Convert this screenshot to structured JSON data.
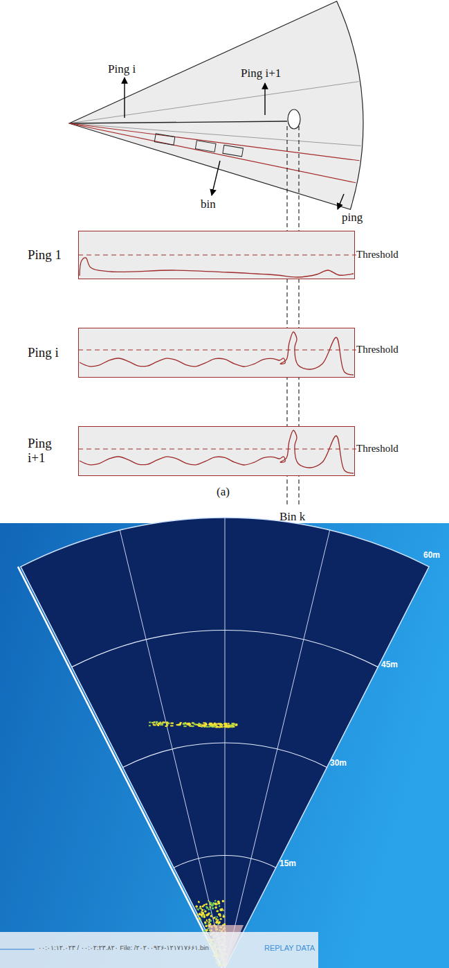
{
  "diagram": {
    "nodes": [
      {
        "text": [
          "Ping 1",
          "Threshold"
        ]
      },
      {
        "text": [
          "Ping i",
          "Threshold"
        ]
      },
      {
        "text": [
          "Ping i+1",
          "Threshold"
        ]
      }
    ],
    "labels": [
      "Ping i",
      "Ping i+1",
      "bin",
      "ping",
      "(a)",
      "Bin k",
      "60m",
      "45m",
      "30m",
      "15m",
      "۰۰:۰۱:۱۲.۰۲۳ / ۰۰:۰۲:۲۳.۸۲۰ File: /۲۰۲۰۰۹۲۶-۱۲۱۷۱۷۶۶۱.bin",
      "REPLAY DATA"
    ]
  }
}
